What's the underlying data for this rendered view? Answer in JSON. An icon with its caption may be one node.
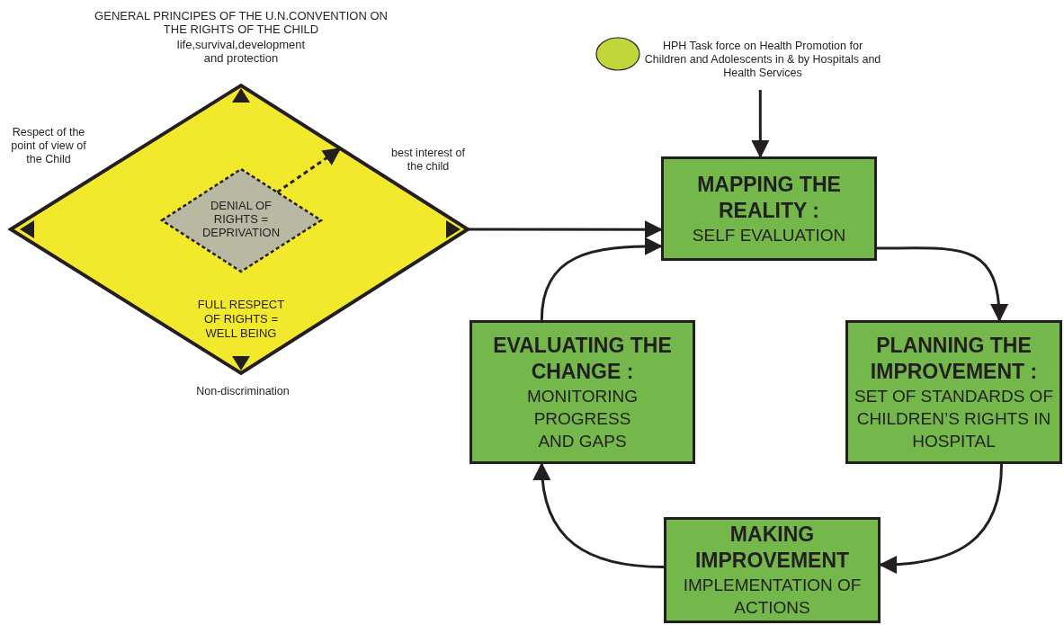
{
  "diagram": {
    "nodes": [
      {
        "text": [
          "GENERAL PRINCIPES OF THE U.N.CONVENTION ON THE RIGHTS OF THE CHILD",
          "life,survival,development and protection",
          "FULL RESPECT OF RIGHTS = WELL BEING"
        ],
        "beside": [
          "Respect of the point of view of the Child",
          "best interest of the child",
          "Non-discrimination"
        ]
      },
      {
        "text": [
          "DENIAL OF RIGHTS = DEPRIVATION"
        ],
        "in": 0
      },
      {
        "text": [
          "HPH Task force on Health Promotion for Children and Adolescents in & by Hospitals and Health Services"
        ]
      },
      {
        "text": [
          "MAPPING THE REALITY :",
          "SELF EVALUATION"
        ]
      },
      {
        "text": [
          "EVALUATING THE CHANGE :",
          "MONITORING PROGRESS AND GAPS"
        ]
      },
      {
        "text": [
          "PLANNING THE IMPROVEMENT :",
          "SET OF STANDARDS OF CHILDREN’S RIGHTS IN HOSPITAL"
        ]
      },
      {
        "text": [
          "MAKING IMPROVEMENT",
          "IMPLEMENTATION OF ACTIONS"
        ]
      }
    ],
    "edges": [
      {
        "from": 1,
        "to": 0,
        "arrow": "to",
        "style": "dashed"
      },
      {
        "from": 0,
        "to": 3,
        "arrow": "to"
      },
      {
        "from": 2,
        "to": 3,
        "arrow": "to"
      },
      {
        "from": 3,
        "to": 5,
        "arrow": "to"
      },
      {
        "from": 5,
        "to": 6,
        "arrow": "to"
      },
      {
        "from": 6,
        "to": 4,
        "arrow": "to"
      },
      {
        "from": 4,
        "to": 3,
        "arrow": "to"
      }
    ]
  }
}
